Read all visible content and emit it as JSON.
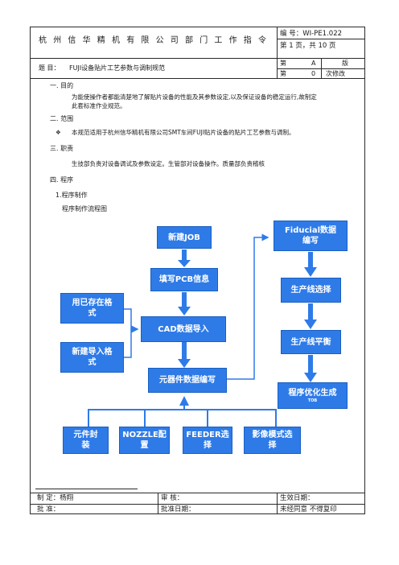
{
  "header": {
    "company_title": "杭州信华精机有限公司部门工作指令",
    "doc_number": "编 号：WI-PE1.022",
    "page_info": "第   1   页，共  10 页",
    "subject_label": "题    目：",
    "subject": "FUJI设备贴片工艺参数与调制规范",
    "edition_prefix": "第",
    "edition_value": "A",
    "edition_suffix": "版",
    "revision_prefix": "第",
    "revision_value": "0",
    "revision_suffix": "次修改"
  },
  "body": {
    "s1_heading": "一.   目的",
    "s1_text_line1": "为能使操作者都能清楚地了解贴片设备的性能及其参数设定,以及保证设备的稳定运行,故制定",
    "s1_text_line2": "此套标准作业规范。",
    "s2_heading": "二.   范围",
    "s2_bullet": "❖",
    "s2_text": "本规范适用于杭州信华精机有限公司SMT车间FUJI贴片设备的贴片工艺参数与调制。",
    "s3_heading": "三.   职责",
    "s3_text": "生技部负责对设备调试及参数设定。生管部对设备操作。质量部负责稽核",
    "s4_heading": "四.   程序",
    "s4_sub": "1.程序制作",
    "s4_sub2": "程序制作流程图"
  },
  "flowchart": {
    "new_job": "新建JOB",
    "fill_pcb": "填写PCB信息",
    "use_existing": "用已存在格\n式",
    "new_import": "新建导入格\n式",
    "cad_import": "CAD数据导入",
    "component_edit": "元器件数据编写",
    "package": "元件封\n装",
    "nozzle": "NOZZLE配\n置",
    "feeder": "FEEDER选\n择",
    "image_mode": "影像模式选\n择",
    "fiducial": "Fiducial数据\n编写",
    "line_select": "生产线选择",
    "line_balance": "生产线平衡",
    "optimize": "程序优化生成",
    "optimize_small": "TOB"
  },
  "footer": {
    "made_by": "制      定：杨翔",
    "review": "审        核：",
    "effective_date": "生效日期：",
    "approve": "批      准：",
    "approve_date": "批准日期：",
    "no_copy": "未经同意     不得复印"
  },
  "colors": {
    "box_fill": "#2e7be8",
    "box_border": "#1a5fc0",
    "arrow": "#2e7be8"
  }
}
